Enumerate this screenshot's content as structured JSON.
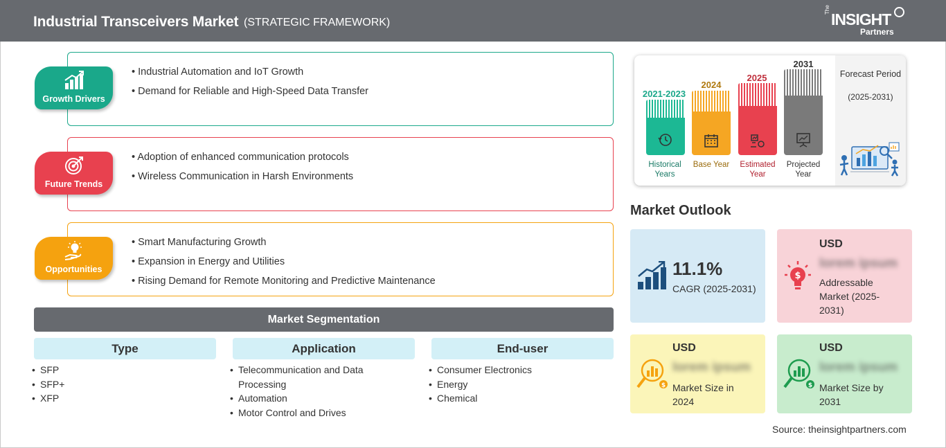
{
  "header": {
    "title": "Industrial Transceivers Market",
    "subtitle": "(STRATEGIC FRAMEWORK)",
    "logo": {
      "the": "The",
      "main": "INSIGHT",
      "sub": "Partners"
    }
  },
  "framework": [
    {
      "label": "Growth Drivers",
      "color": "#1aa88a",
      "icon": "growth-chart-icon",
      "items": [
        "Industrial Automation and IoT Growth",
        "Demand for Reliable and High-Speed Data Transfer"
      ]
    },
    {
      "label": "Future Trends",
      "color": "#e8414f",
      "icon": "target-icon",
      "items": [
        "Adoption of enhanced communication protocols",
        "Wireless Communication in Harsh Environments"
      ]
    },
    {
      "label": "Opportunities",
      "color": "#f5a20f",
      "icon": "lightbulb-hand-icon",
      "items": [
        "Smart Manufacturing Growth",
        "Expansion in Energy and Utilities",
        "Rising Demand for Remote Monitoring and Predictive Maintenance"
      ]
    }
  ],
  "segmentation": {
    "title": "Market Segmentation",
    "columns": [
      {
        "heading": "Type",
        "items": [
          "SFP",
          "SFP+",
          "XFP"
        ]
      },
      {
        "heading": "Application",
        "items": [
          "Telecommunication and Data Processing",
          "Automation",
          "Motor Control and Drives"
        ]
      },
      {
        "heading": "End-user",
        "items": [
          "Consumer Electronics",
          "Energy",
          "Chemical"
        ]
      }
    ]
  },
  "timeline": {
    "periods": [
      {
        "year": "2021-2023",
        "label": "Historical Years",
        "color": "#1cb894",
        "icon": "history-icon"
      },
      {
        "year": "2024",
        "label": "Base Year",
        "color": "#f5a623",
        "icon": "calendar-icon"
      },
      {
        "year": "2025",
        "label": "Estimated Year",
        "color": "#e8414f",
        "icon": "estimate-icon"
      },
      {
        "year": "2031",
        "label": "Projected Year",
        "color": "#7a7a7a",
        "icon": "presentation-icon"
      }
    ],
    "forecast_title": "Forecast Period",
    "forecast_range": "(2025-2031)"
  },
  "outlook": {
    "title": "Market Outlook",
    "cagr": {
      "value": "11.1%",
      "label": "CAGR (2025-2031)",
      "bg": "#d6eaf5"
    },
    "addressable": {
      "usd": "USD",
      "blur": "lorem ipsum",
      "desc": "Addressable Market (2025-2031)",
      "bg": "#f8d3d8"
    },
    "size_2024": {
      "usd": "USD",
      "blur": "lorem ipsum",
      "desc": "Market Size in 2024",
      "bg": "#fbf5b9"
    },
    "size_2031": {
      "usd": "USD",
      "blur": "lorem ipsum",
      "desc": "Market Size by 2031",
      "bg": "#c8eccd"
    }
  },
  "source": "Source: theinsightpartners.com"
}
